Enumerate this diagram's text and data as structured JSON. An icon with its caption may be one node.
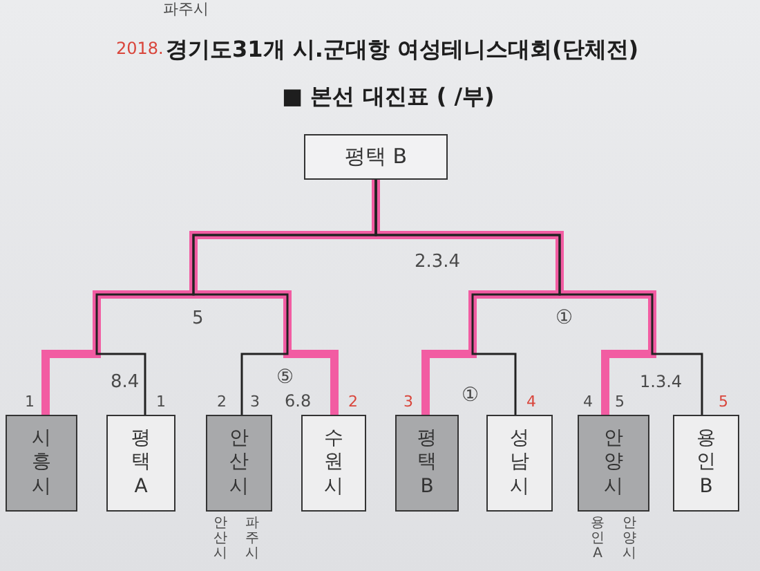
{
  "diagram": {
    "title": "경기도31개 시.군대항 여성테니스대회(단체전)",
    "nodes": [
      {
        "text": [
          "평택 B"
        ]
      },
      {
        "text": [
          "시흥시"
        ],
        "beside": [
          "1"
        ]
      },
      {
        "text": [
          "평택 A"
        ],
        "beside": [
          "1"
        ]
      },
      {
        "text": [
          "안산시"
        ],
        "beside": [
          "2",
          "3",
          "안산시",
          "파주시"
        ]
      },
      {
        "text": [
          "수원시"
        ],
        "beside": [
          "2"
        ]
      },
      {
        "text": [
          "평택 B"
        ],
        "beside": [
          "3"
        ]
      },
      {
        "text": [
          "성남시"
        ],
        "beside": [
          "4"
        ]
      },
      {
        "text": [
          "안양시"
        ],
        "beside": [
          "4",
          "5",
          "용인A",
          "안양시"
        ]
      },
      {
        "text": [
          "용인 B"
        ],
        "beside": [
          "5"
        ]
      }
    ],
    "edges": [
      {
        "from": 1,
        "to": 0,
        "arrow": "none",
        "style": "thick",
        "color": "#f25ca2"
      },
      {
        "from": 2,
        "to": 0,
        "arrow": "none",
        "color": "#222222"
      },
      {
        "from": 3,
        "to": 0,
        "arrow": "none",
        "color": "#222222"
      },
      {
        "from": 4,
        "to": 0,
        "arrow": "none",
        "style": "thick",
        "color": "#f25ca2"
      },
      {
        "from": 5,
        "to": 0,
        "arrow": "none",
        "style": "thick",
        "color": "#f25ca2"
      },
      {
        "from": 6,
        "to": 0,
        "arrow": "none",
        "color": "#222222"
      },
      {
        "from": 7,
        "to": 0,
        "arrow": "none",
        "style": "thick",
        "color": "#f25ca2"
      },
      {
        "from": 8,
        "to": 0,
        "arrow": "none",
        "color": "#222222"
      }
    ],
    "labels": [
      "파주시",
      "2018.",
      "■ 본선 대진표 ( /부)",
      "2.3.4",
      "5",
      "①",
      "8.4",
      "⑤",
      "6.8",
      "①",
      "1.3.4"
    ]
  }
}
